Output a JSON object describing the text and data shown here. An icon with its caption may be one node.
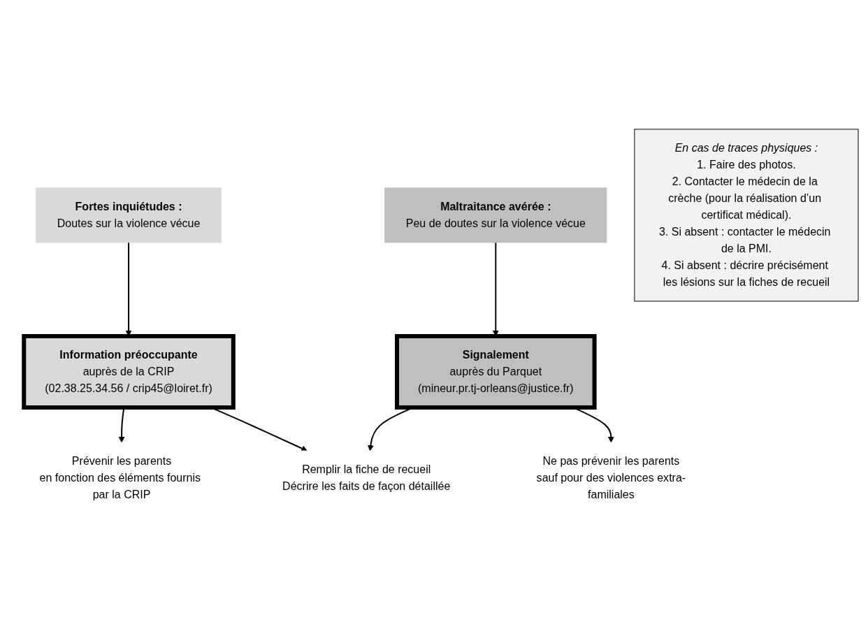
{
  "diagram": {
    "nodes": [
      {
        "text": [
          "Fortes inquiétudes :",
          "Doutes sur la violence vécue"
        ]
      },
      {
        "text": [
          "Maltraitance avérée :",
          "Peu de doutes sur la violence vécue"
        ]
      },
      {
        "text": [
          "Information préoccupante",
          "auprès de la CRIP",
          "(02.38.25.34.56 / crip45@loiret.fr)"
        ]
      },
      {
        "text": [
          "Signalement",
          "auprès du Parquet",
          "(mineur.pr.tj-orleans@justice.fr)"
        ]
      },
      {
        "text": [
          "Remplir la fiche de recueil",
          "Décrire les faits de façon détaillée"
        ]
      },
      {
        "text": [
          "Prévenir les parents",
          "en fonction des éléments fournis par la CRIP"
        ]
      },
      {
        "text": [
          "En cas de traces physiques :",
          "1. Faire des photos.",
          "2. Contacter le médecin de la crèche (pour la réalisation d’un certificat médical).",
          "3. Si absent : contacter le médecin de la PMI.",
          "4. Si absent : décrire précisément les lésions sur la fiches de recueil"
        ]
      },
      {
        "text": [
          "Ne pas prévenir les parents",
          "sauf pour des violences extra-familiales"
        ]
      }
    ],
    "edges": [
      {
        "from": 0,
        "to": 2,
        "arrow": "to"
      },
      {
        "from": 1,
        "to": 3,
        "arrow": "to"
      },
      {
        "from": 2,
        "to": 5,
        "arrow": "to"
      },
      {
        "from": 2,
        "to": 4,
        "arrow": "to"
      },
      {
        "from": 3,
        "to": 4,
        "arrow": "to"
      },
      {
        "from": 3,
        "to": 7,
        "arrow": "to"
      }
    ]
  }
}
